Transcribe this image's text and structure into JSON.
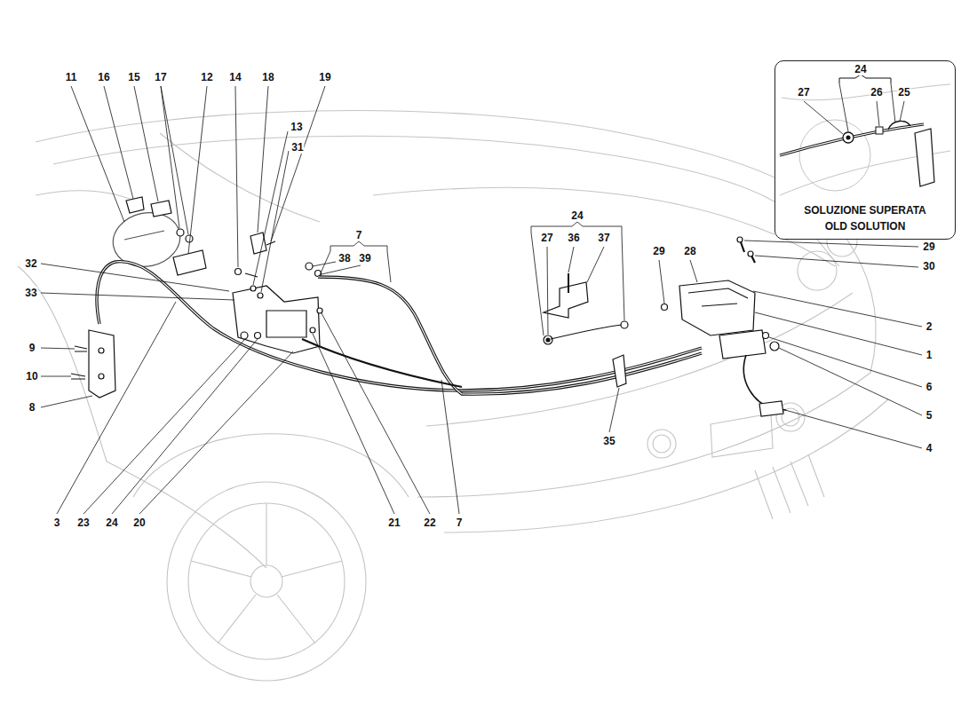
{
  "diagram": {
    "nodes": [
      {
        "text": [
          "SOLUZIONE SUPERATA",
          "OLD SOLUTION"
        ]
      }
    ],
    "labels": [
      "11",
      "16",
      "15",
      "17",
      "12",
      "14",
      "18",
      "19",
      "24",
      "27",
      "26",
      "25",
      "13",
      "31",
      "7",
      "24",
      "27",
      "36",
      "37",
      "29",
      "28",
      "29",
      "38",
      "39",
      "32",
      "30",
      "33",
      "2",
      "9",
      "1",
      "10",
      "6",
      "8",
      "5",
      "35",
      "4",
      "3",
      "23",
      "24",
      "20",
      "21",
      "22",
      "7"
    ]
  }
}
